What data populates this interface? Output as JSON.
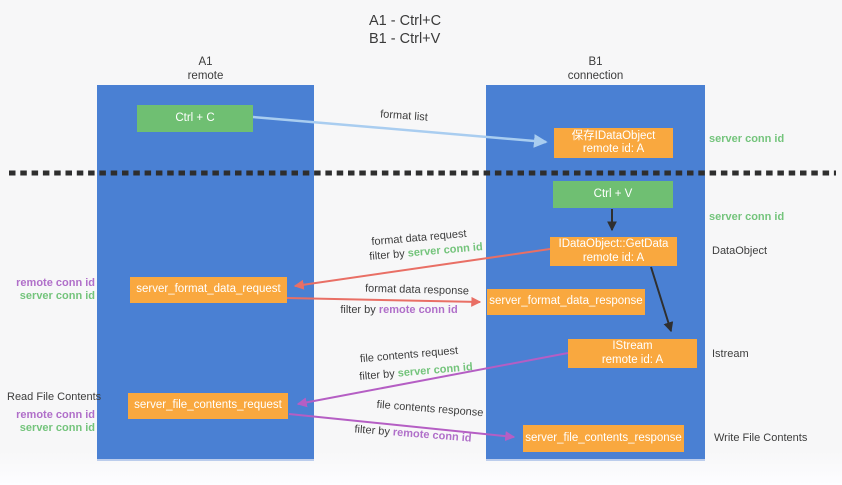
{
  "title": {
    "line1": "A1 - Ctrl+C",
    "line2": "B1 - Ctrl+V"
  },
  "lanes": {
    "left": {
      "name": "A1",
      "role": "remote"
    },
    "right": {
      "name": "B1",
      "role": "connection"
    }
  },
  "nodes": {
    "ctrl_c": {
      "label": "Ctrl + C"
    },
    "save_idataobject": {
      "line1": "保存IDataObject",
      "line2": "remote id: A"
    },
    "ctrl_v": {
      "label": "Ctrl + V"
    },
    "idataobject_getdata": {
      "line1": "IDataObject::GetData",
      "line2": "remote id: A"
    },
    "server_format_data_request": {
      "label": "server_format_data_request"
    },
    "server_format_data_response": {
      "label": "server_format_data_response"
    },
    "istream": {
      "line1": "IStream",
      "line2": "remote id: A"
    },
    "server_file_contents_request": {
      "label": "server_file_contents_request"
    },
    "server_file_contents_response": {
      "label": "server_file_contents_response"
    }
  },
  "arrow_labels": {
    "format_list": "format list",
    "format_data_request": "format data request",
    "format_data_response": "format data response",
    "file_contents_request": "file contents request",
    "file_contents_response": "file contents response",
    "filter_by": "filter by ",
    "server_conn_id": "server conn id",
    "remote_conn_id": "remote conn id"
  },
  "side_labels": {
    "server_conn_id_top": "server conn id",
    "server_conn_id_middle": "server conn id",
    "dataobject": "DataObject",
    "istream": "Istream",
    "write_file_contents": "Write File Contents",
    "read_file_contents": "Read File Contents",
    "remote_conn_id": "remote conn id",
    "server_conn_id": "server conn id"
  },
  "colors": {
    "lane_blue": "#4a80d3",
    "node_green": "#6fbf72",
    "node_orange": "#f9a83f",
    "arrow_light_blue": "#a9cdf0",
    "arrow_red": "#e96f65",
    "arrow_purple": "#b55ec4",
    "arrow_black": "#2f2f2f",
    "conn_id_green": "#74c47c",
    "conn_id_purple": "#b06fc9",
    "text_dark": "#3d3d3d",
    "background": "#f7f7f8"
  }
}
